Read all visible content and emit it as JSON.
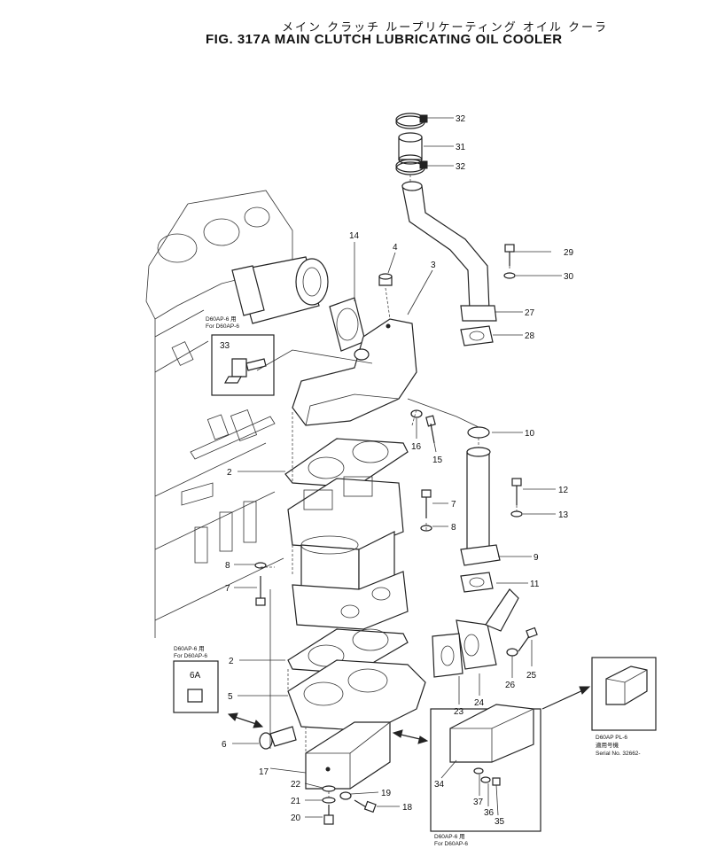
{
  "title": {
    "jp": "メイン クラッチ ループリケーティング オイル クーラ",
    "en": "FIG. 317A  MAIN CLUTCH LUBRICATING OIL COOLER"
  },
  "part_numbers": {
    "p32a": "32",
    "p31": "31",
    "p32b": "32",
    "p29": "29",
    "p30": "30",
    "p14": "14",
    "p4": "4",
    "p3": "3",
    "p27": "27",
    "p28": "28",
    "p33": "33",
    "p10": "10",
    "p16": "16",
    "p15": "15",
    "p2a": "2",
    "p12": "12",
    "p13": "13",
    "p7a": "7",
    "p8a": "8",
    "p9": "9",
    "p8b": "8",
    "p7b": "7",
    "p11": "11",
    "p6a": "6A",
    "p2b": "2",
    "p5": "5",
    "p25": "25",
    "p26": "26",
    "p24": "24",
    "p23": "23",
    "p6": "6",
    "p17": "17",
    "p22": "22",
    "p19": "19",
    "p21": "21",
    "p18": "18",
    "p20": "20",
    "p34": "34",
    "p37": "37",
    "p36": "36",
    "p35": "35"
  },
  "notes": {
    "n1_jp": "D60AP-6 用",
    "n1_en": "For D60AP-6",
    "n2_jp": "D60AP-6 用",
    "n2_en": "For D60AP-6",
    "n3_jp": "D60AP-6 用",
    "n3_en": "For D60AP-6",
    "n4_model": "D60AP PL-6",
    "n4_jp": "適用号機",
    "n4_serial": "Serial No. 32662-"
  }
}
